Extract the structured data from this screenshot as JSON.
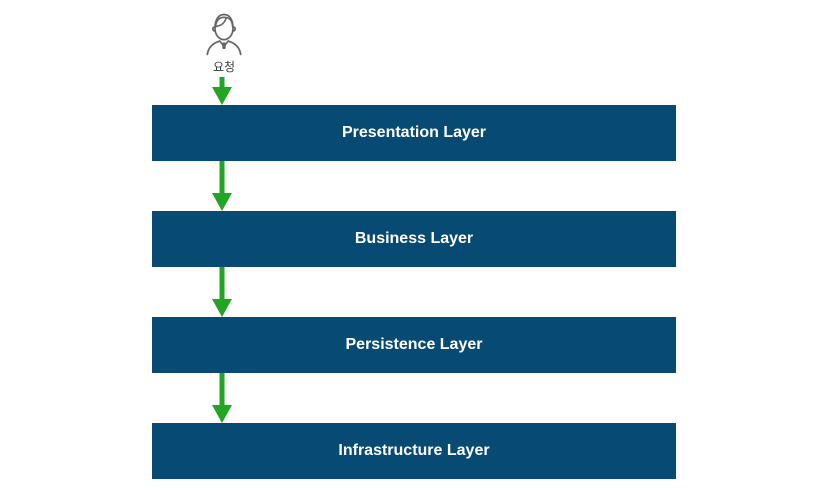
{
  "diagram": {
    "title_hint": "layered-architecture-flow",
    "actor": {
      "icon": "person-icon",
      "label": "요청"
    },
    "layers": [
      {
        "label": "Presentation Layer"
      },
      {
        "label": "Business Layer"
      },
      {
        "label": "Persistence Layer"
      },
      {
        "label": "Infrastructure Layer"
      }
    ],
    "arrows": [
      {
        "from": "actor",
        "to": "Presentation Layer"
      },
      {
        "from": "Presentation Layer",
        "to": "Business Layer"
      },
      {
        "from": "Business Layer",
        "to": "Persistence Layer"
      },
      {
        "from": "Persistence Layer",
        "to": "Infrastructure Layer"
      }
    ],
    "colors": {
      "layer_bg": "#074a74",
      "layer_text": "#ffffff",
      "arrow": "#22a522",
      "actor_outline": "#666666",
      "label_text": "#3c3c3c",
      "background": "#ffffff"
    }
  }
}
